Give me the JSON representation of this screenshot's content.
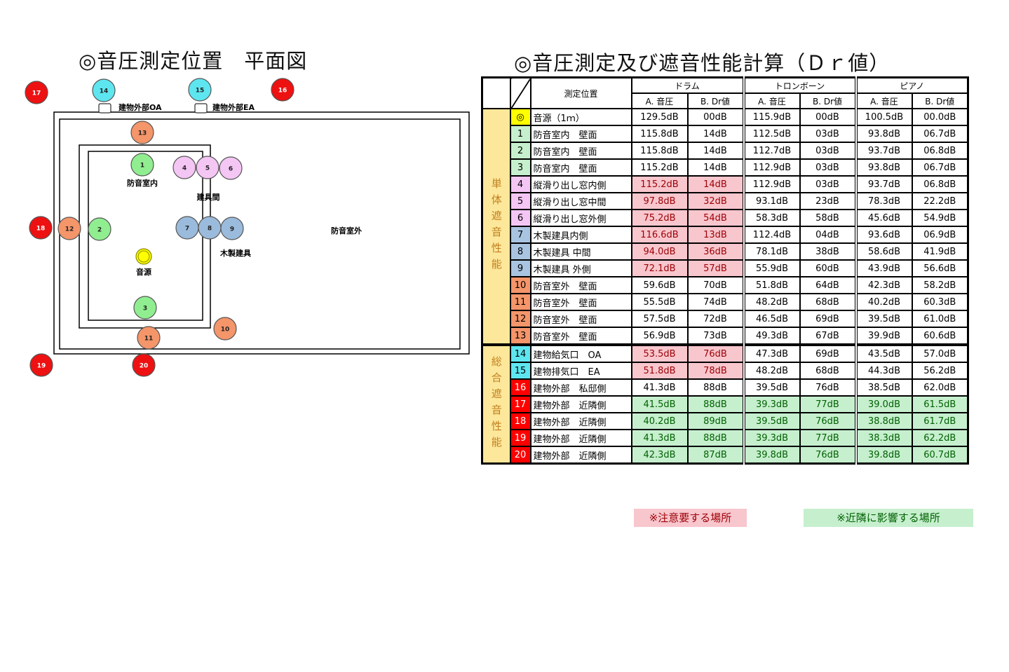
{
  "plan": {
    "title": "◎音圧測定位置　平面図",
    "labels": {
      "oa": "建物外部OA",
      "ea": "建物外部EA",
      "room_inside": "防音室内",
      "fitting_between": "建具間",
      "wood_fitting": "木製建具",
      "source": "音源",
      "room_outside": "防音室外"
    },
    "points": [
      "1",
      "2",
      "3",
      "4",
      "5",
      "6",
      "7",
      "8",
      "9",
      "10",
      "11",
      "12",
      "13",
      "14",
      "15",
      "16",
      "17",
      "18",
      "19",
      "20"
    ]
  },
  "table": {
    "title": "◎音圧測定及び遮音性能計算（Ｄｒ値）",
    "header": {
      "position": "測定位置",
      "instruments": [
        "ドラム",
        "トロンボーン",
        "ピアノ"
      ],
      "sub": [
        "A. 音圧",
        "B. Dr値",
        "A. 音圧",
        "B. Dr値",
        "A. 音圧",
        "B. Dr値"
      ]
    },
    "groups": [
      {
        "label": "単体遮音性能",
        "rows": 14
      },
      {
        "label": "総合遮音性能",
        "rows": 7
      }
    ],
    "colors": {
      "source": "#ffff00",
      "inside": "#c6efce",
      "window": "#f4c6f4",
      "wood": "#a9c4e0",
      "outside": "#f4956a",
      "vent": "#5ee6f0",
      "exterior": "#ff0000"
    },
    "rows": [
      {
        "num": "◎",
        "cat": "source",
        "name": "音源（1ｍ）",
        "values": [
          "129.5dB",
          "00dB",
          "115.9dB",
          "00dB",
          "100.5dB",
          "00.0dB"
        ],
        "highlight": ""
      },
      {
        "num": "1",
        "cat": "inside",
        "name": "防音室内　壁面",
        "values": [
          "115.8dB",
          "14dB",
          "112.5dB",
          "03dB",
          "93.8dB",
          "06.7dB"
        ],
        "highlight": ""
      },
      {
        "num": "2",
        "cat": "inside",
        "name": "防音室内　壁面",
        "values": [
          "115.8dB",
          "14dB",
          "112.7dB",
          "03dB",
          "93.7dB",
          "06.8dB"
        ],
        "highlight": ""
      },
      {
        "num": "3",
        "cat": "inside",
        "name": "防音室内　壁面",
        "values": [
          "115.2dB",
          "14dB",
          "112.9dB",
          "03dB",
          "93.8dB",
          "06.7dB"
        ],
        "highlight": ""
      },
      {
        "num": "4",
        "cat": "window",
        "name": "縦滑り出し窓内側",
        "values": [
          "115.2dB",
          "14dB",
          "112.9dB",
          "03dB",
          "93.7dB",
          "06.8dB"
        ],
        "highlight": "caution"
      },
      {
        "num": "5",
        "cat": "window",
        "name": "縦滑り出し窓中間",
        "values": [
          "97.8dB",
          "32dB",
          "93.1dB",
          "23dB",
          "78.3dB",
          "22.2dB"
        ],
        "highlight": "caution"
      },
      {
        "num": "6",
        "cat": "window",
        "name": "縦滑り出し窓外側",
        "values": [
          "75.2dB",
          "54dB",
          "58.3dB",
          "58dB",
          "45.6dB",
          "54.9dB"
        ],
        "highlight": "caution"
      },
      {
        "num": "7",
        "cat": "wood",
        "name": "木製建具内側",
        "values": [
          "116.6dB",
          "13dB",
          "112.4dB",
          "04dB",
          "93.6dB",
          "06.9dB"
        ],
        "highlight": "caution"
      },
      {
        "num": "8",
        "cat": "wood",
        "name": "木製建具 中間",
        "values": [
          "94.0dB",
          "36dB",
          "78.1dB",
          "38dB",
          "58.6dB",
          "41.9dB"
        ],
        "highlight": "caution"
      },
      {
        "num": "9",
        "cat": "wood",
        "name": "木製建具 外側",
        "values": [
          "72.1dB",
          "57dB",
          "55.9dB",
          "60dB",
          "43.9dB",
          "56.6dB"
        ],
        "highlight": "caution"
      },
      {
        "num": "10",
        "cat": "outside",
        "name": "防音室外　壁面",
        "values": [
          "59.6dB",
          "70dB",
          "51.8dB",
          "64dB",
          "42.3dB",
          "58.2dB"
        ],
        "highlight": ""
      },
      {
        "num": "11",
        "cat": "outside",
        "name": "防音室外　壁面",
        "values": [
          "55.5dB",
          "74dB",
          "48.2dB",
          "68dB",
          "40.2dB",
          "60.3dB"
        ],
        "highlight": ""
      },
      {
        "num": "12",
        "cat": "outside",
        "name": "防音室外　壁面",
        "values": [
          "57.5dB",
          "72dB",
          "46.5dB",
          "69dB",
          "39.5dB",
          "61.0dB"
        ],
        "highlight": ""
      },
      {
        "num": "13",
        "cat": "outside",
        "name": "防音室外　壁面",
        "values": [
          "56.9dB",
          "73dB",
          "49.3dB",
          "67dB",
          "39.9dB",
          "60.6dB"
        ],
        "highlight": ""
      },
      {
        "num": "14",
        "cat": "vent",
        "name": "建物給気口　OA",
        "values": [
          "53.5dB",
          "76dB",
          "47.3dB",
          "69dB",
          "43.5dB",
          "57.0dB"
        ],
        "highlight": "caution"
      },
      {
        "num": "15",
        "cat": "vent",
        "name": "建物排気口　EA",
        "values": [
          "51.8dB",
          "78dB",
          "48.2dB",
          "68dB",
          "44.3dB",
          "56.2dB"
        ],
        "highlight": "caution"
      },
      {
        "num": "16",
        "cat": "exterior",
        "name": "建物外部　私邸側",
        "values": [
          "41.3dB",
          "88dB",
          "39.5dB",
          "76dB",
          "38.5dB",
          "62.0dB"
        ],
        "highlight": ""
      },
      {
        "num": "17",
        "cat": "exterior",
        "name": "建物外部　近隣側",
        "values": [
          "41.5dB",
          "88dB",
          "39.3dB",
          "77dB",
          "39.0dB",
          "61.5dB"
        ],
        "highlight": "neighbor"
      },
      {
        "num": "18",
        "cat": "exterior",
        "name": "建物外部　近隣側",
        "values": [
          "40.2dB",
          "89dB",
          "39.5dB",
          "76dB",
          "38.8dB",
          "61.7dB"
        ],
        "highlight": "neighbor"
      },
      {
        "num": "19",
        "cat": "exterior",
        "name": "建物外部　近隣側",
        "values": [
          "41.3dB",
          "88dB",
          "39.3dB",
          "77dB",
          "38.3dB",
          "62.2dB"
        ],
        "highlight": "neighbor"
      },
      {
        "num": "20",
        "cat": "exterior",
        "name": "建物外部　近隣側",
        "values": [
          "42.3dB",
          "87dB",
          "39.8dB",
          "76dB",
          "39.8dB",
          "60.7dB"
        ],
        "highlight": "neighbor"
      }
    ]
  },
  "legend": {
    "caution": "※注意要する場所",
    "neighbor": "※近隣に影響する場所",
    "caution_color": "#f8c6cd",
    "neighbor_color": "#c6efce"
  }
}
